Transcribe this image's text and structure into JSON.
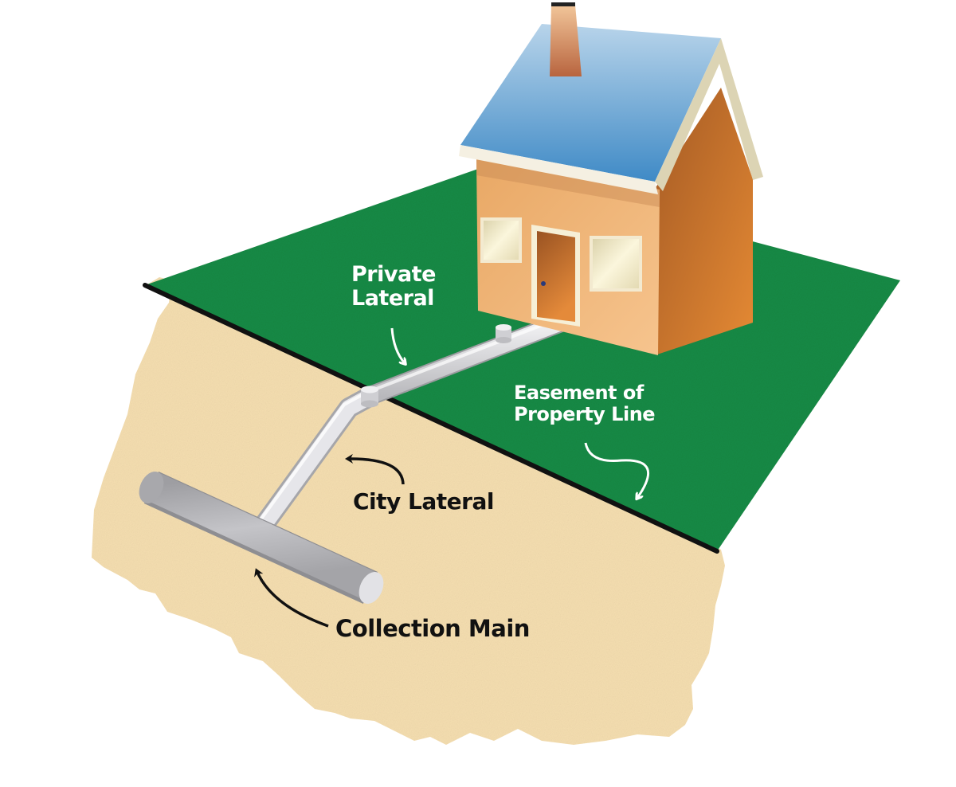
{
  "diagram": {
    "title": "Sewer lateral ownership diagram",
    "labels": {
      "private_lateral": {
        "line1": "Private",
        "line2": "Lateral"
      },
      "easement": {
        "line1": "Easement of",
        "line2": "Property Line"
      },
      "city_lateral": "City Lateral",
      "collection_main": "Collection Main"
    },
    "elements": [
      "house",
      "lawn",
      "soil",
      "private-lateral-pipe",
      "cleanout-caps",
      "city-lateral-pipe",
      "collection-main-pipe",
      "property-line"
    ],
    "colors": {
      "lawn": "#138a45",
      "soil": "#f5deb0",
      "property_line": "#111111",
      "roof": "#4a90c4",
      "wall_front": "#f0b070",
      "wall_side": "#d87a2c",
      "door": "#c8702c",
      "chimney": "#c97a5a",
      "pipe": "#d8d8dc",
      "main_pipe": "#b0b0b4",
      "label_light": "#ffffff",
      "label_dark": "#111111"
    }
  }
}
